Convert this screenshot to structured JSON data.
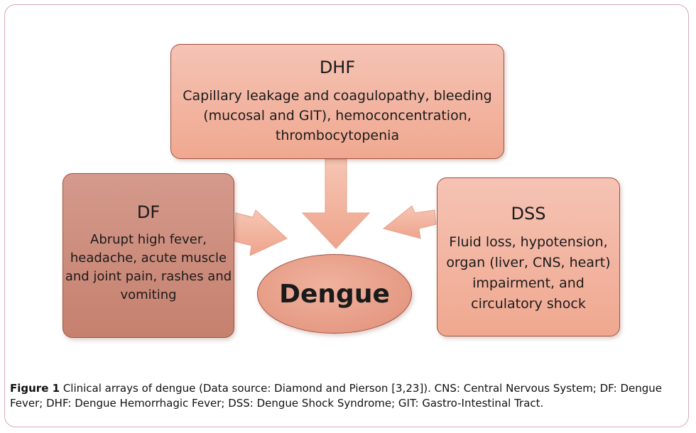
{
  "dhf": {
    "title": "DHF",
    "desc": "Capillary leakage and coagulopathy, bleeding (mucosal and GIT),  hemoconcentration, thrombocytopenia"
  },
  "df": {
    "title": "DF",
    "desc": "Abrupt high fever, headache, acute muscle and joint pain, rashes and vomiting"
  },
  "dss": {
    "title": "DSS",
    "desc": "Fluid loss, hypotension, organ (liver, CNS, heart) impairment, and circulatory shock"
  },
  "center": {
    "label": "Dengue"
  },
  "caption": {
    "label": "Figure 1",
    "text": " Clinical arrays of dengue (Data source: Diamond and Pierson [3,23]). CNS: Central Nervous System; DF: Dengue Fever; DHF: Dengue Hemorrhagic Fever; DSS: Dengue Shock Syndrome; GIT: Gastro-Intestinal Tract."
  },
  "colors": {
    "box_light": "#f5c3b4",
    "box_dark": "#c6806e",
    "arrow": "#f2b5a0",
    "border": "#a05040"
  }
}
